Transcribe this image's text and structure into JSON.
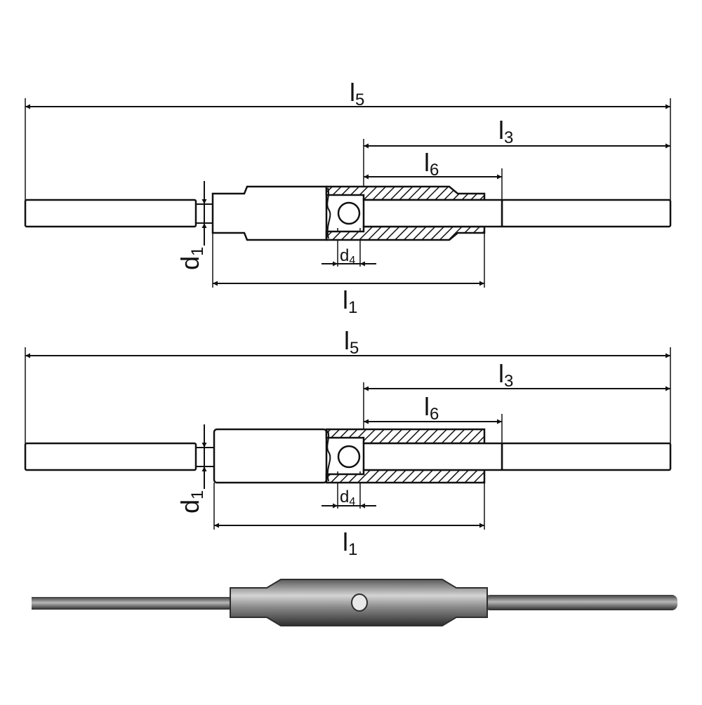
{
  "drawings": [
    {
      "id": "top",
      "labels": {
        "l5": {
          "main": "l",
          "sub": "5"
        },
        "l3": {
          "main": "l",
          "sub": "3"
        },
        "l6": {
          "main": "l",
          "sub": "6"
        },
        "l1": {
          "main": "l",
          "sub": "1"
        },
        "d1": {
          "main": "d",
          "sub": "1"
        },
        "d4": {
          "main": "d",
          "sub": "4"
        }
      }
    },
    {
      "id": "middle",
      "labels": {
        "l5": {
          "main": "l",
          "sub": "5"
        },
        "l3": {
          "main": "l",
          "sub": "3"
        },
        "l6": {
          "main": "l",
          "sub": "6"
        },
        "l1": {
          "main": "l",
          "sub": "1"
        },
        "d1": {
          "main": "d",
          "sub": "1"
        },
        "d4": {
          "main": "d",
          "sub": "4"
        }
      }
    }
  ],
  "colors": {
    "line": "#111111",
    "photo_dark": "#2e2e2e",
    "photo_mid": "#8a8a8a",
    "photo_light": "#d4d4d4"
  }
}
